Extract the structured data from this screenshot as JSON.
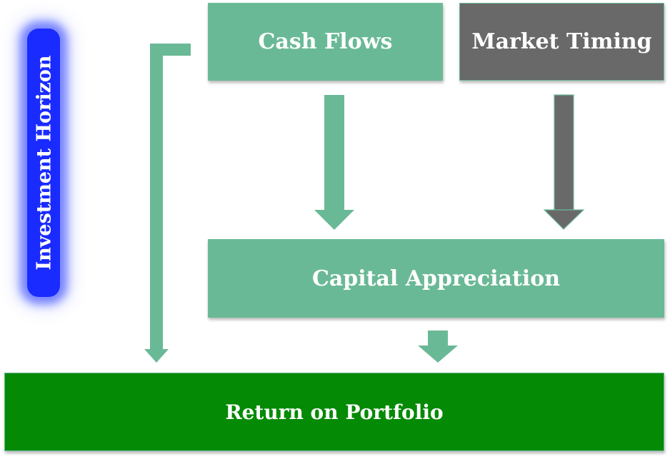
{
  "diagram": {
    "title": "Return on Portfolio factors",
    "nodes": {
      "investment_horizon": {
        "label": "Investment Horizon",
        "color": "#1a2bff"
      },
      "cash_flows": {
        "label": "Cash Flows",
        "color": "#6ab996"
      },
      "market_timing": {
        "label": "Market Timing",
        "color": "#696969"
      },
      "capital_appreciation": {
        "label": "Capital Appreciation",
        "color": "#6ab996"
      },
      "return_on_portfolio": {
        "label": "Return on Portfolio",
        "color": "#058a05"
      }
    },
    "edges": [
      {
        "from": "Cash Flows",
        "to": "Capital Appreciation",
        "color": "#6ab996"
      },
      {
        "from": "Market Timing",
        "to": "Capital Appreciation",
        "color": "#696969"
      },
      {
        "from": "Capital Appreciation",
        "to": "Return on Portfolio",
        "color": "#6ab996"
      },
      {
        "from": "Cash Flows",
        "to": "Return on Portfolio",
        "color": "#6ab996",
        "style": "elbow"
      }
    ]
  },
  "colors": {
    "green_light": "#6ab996",
    "gray": "#696969",
    "green_dark": "#058a05",
    "blue": "#1a2bff"
  }
}
